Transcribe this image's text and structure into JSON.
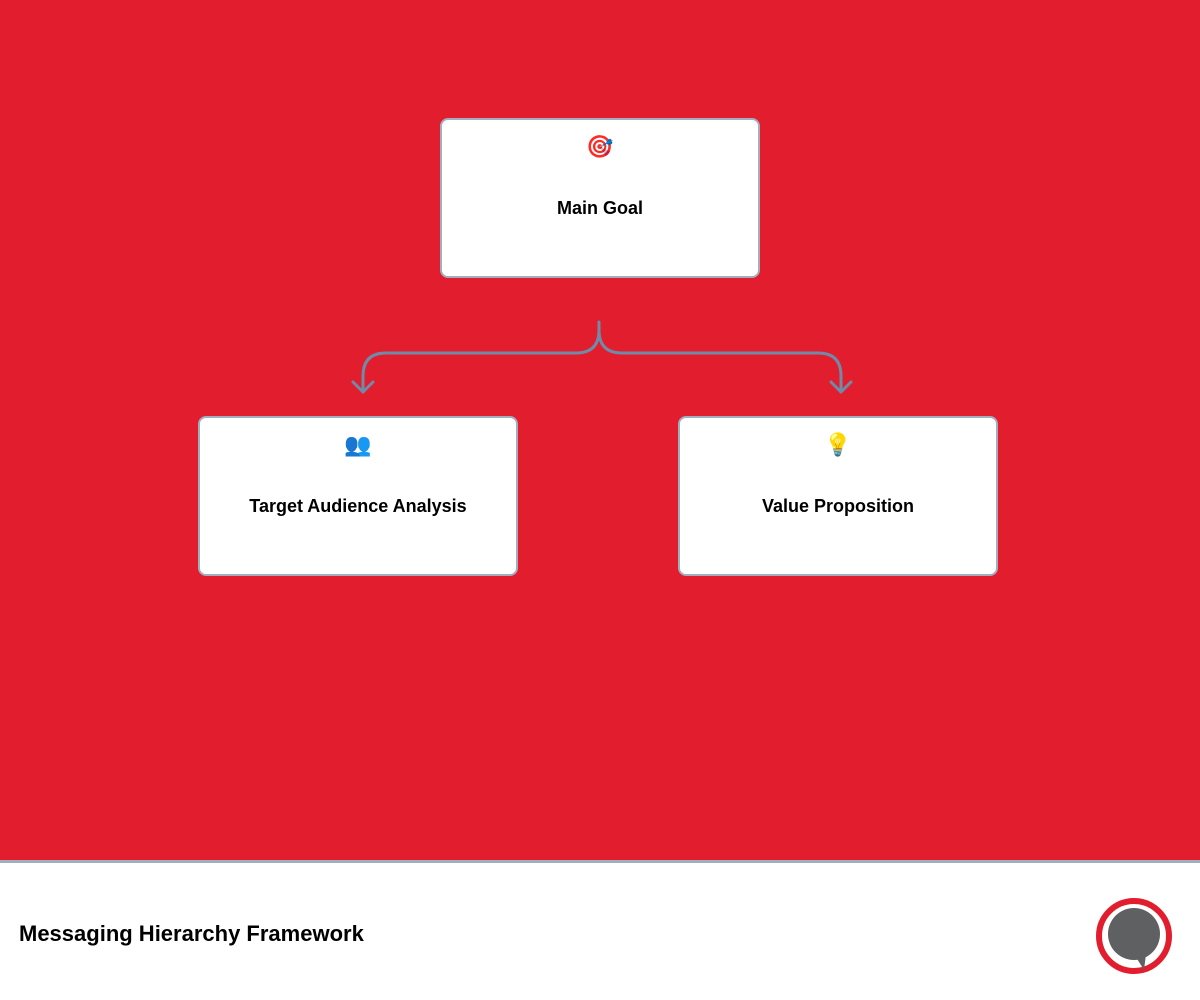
{
  "diagram": {
    "background_color": "#e11d2e",
    "connector_color": "#718aa8",
    "node_border_color": "#a0aec0",
    "root": {
      "icon": "direct-hit-target-icon",
      "icon_glyph": "🎯",
      "label": "Main Goal"
    },
    "children": [
      {
        "icon": "busts-in-silhouette-icon",
        "icon_glyph": "👥",
        "label": "Target Audience Analysis"
      },
      {
        "icon": "light-bulb-icon",
        "icon_glyph": "💡",
        "label": "Value Proposition"
      }
    ],
    "edges": [
      {
        "from": "Main Goal",
        "to": "Target Audience Analysis"
      },
      {
        "from": "Main Goal",
        "to": "Value Proposition"
      }
    ]
  },
  "footer": {
    "title": "Messaging Hierarchy Framework",
    "logo": "speech-bubble-logo-icon"
  }
}
